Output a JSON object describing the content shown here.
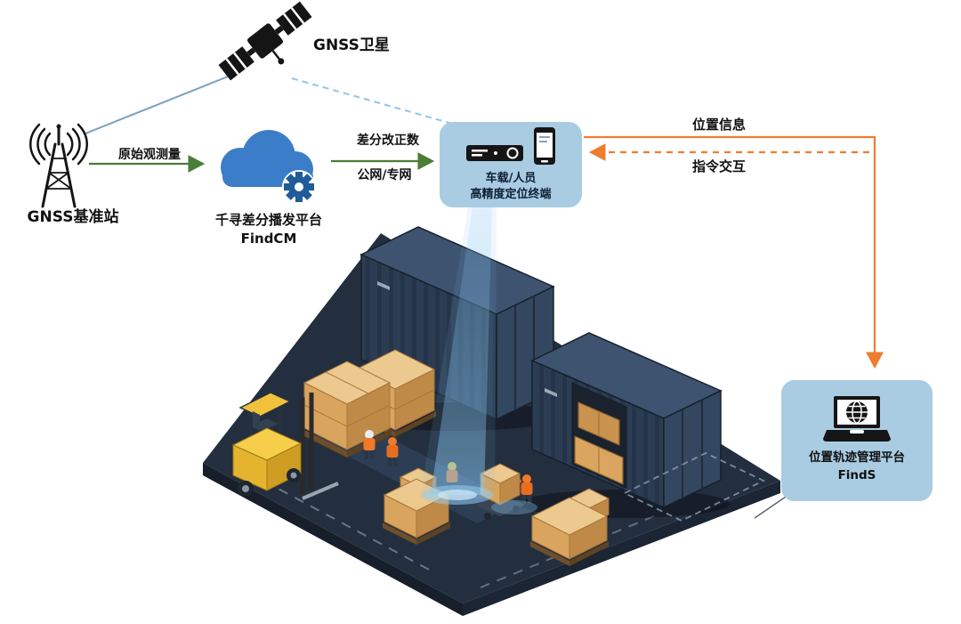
{
  "nodes": {
    "satellite": {
      "label": "GNSS卫星"
    },
    "base_station": {
      "label": "GNSS基准站"
    },
    "cloud": {
      "title": "千寻差分播发平台",
      "subtitle": "FindCM"
    },
    "terminal": {
      "line1": "车载/人员",
      "line2": "高精度定位终端"
    },
    "management": {
      "line1": "位置轨迹管理平台",
      "line2": "FindS"
    }
  },
  "edges": {
    "raw_observation": {
      "label": "原始观测量"
    },
    "correction": {
      "label_line1": "差分改正数",
      "label_line2": "公网/专网"
    },
    "location_info": {
      "label": "位置信息"
    },
    "command_interaction": {
      "label": "指令交互"
    }
  },
  "icons": {
    "satellite": "satellite-icon",
    "base_station": "antenna-tower-icon",
    "cloud": "cloud-gear-icon",
    "terminal_device": "receiver-box-icon",
    "terminal_phone": "smartphone-icon",
    "management": "laptop-globe-icon"
  },
  "colors": {
    "green": "#4a7d35",
    "orange": "#ed7d31",
    "node_bg": "#a9cce3",
    "blue_solid": "#7aa0bd",
    "blue_dashed": "#8ec6e8",
    "cloud_fill": "#3b7dc8",
    "gear_fill": "#1f5c99",
    "platform_dark": "#232f3e",
    "beam_blue": "#86c4ef"
  }
}
